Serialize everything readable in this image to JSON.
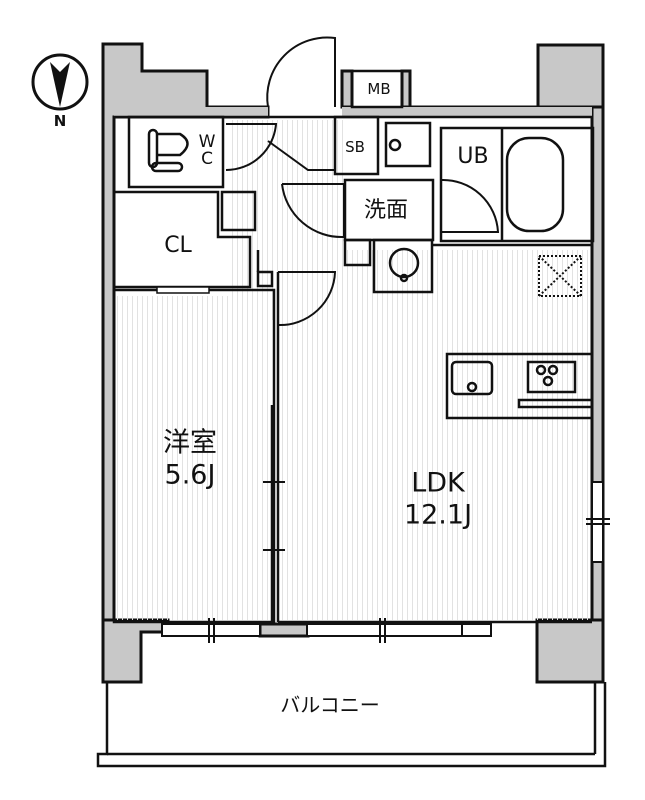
{
  "compass": {
    "label": "N"
  },
  "rooms": {
    "wc": {
      "line1": "W",
      "line2": "C"
    },
    "cl": "CL",
    "mb": "MB",
    "sb": "SB",
    "ub": "UB",
    "washroom": "洗面",
    "western_room": {
      "name": "洋室",
      "size": "5.6J"
    },
    "ldk": {
      "name": "LDK",
      "size": "12.1J"
    },
    "balcony": "バルコニー"
  },
  "colors": {
    "wall": "#c8c8c8",
    "line": "#111111",
    "floor_hatch": "#e4e4e4"
  }
}
